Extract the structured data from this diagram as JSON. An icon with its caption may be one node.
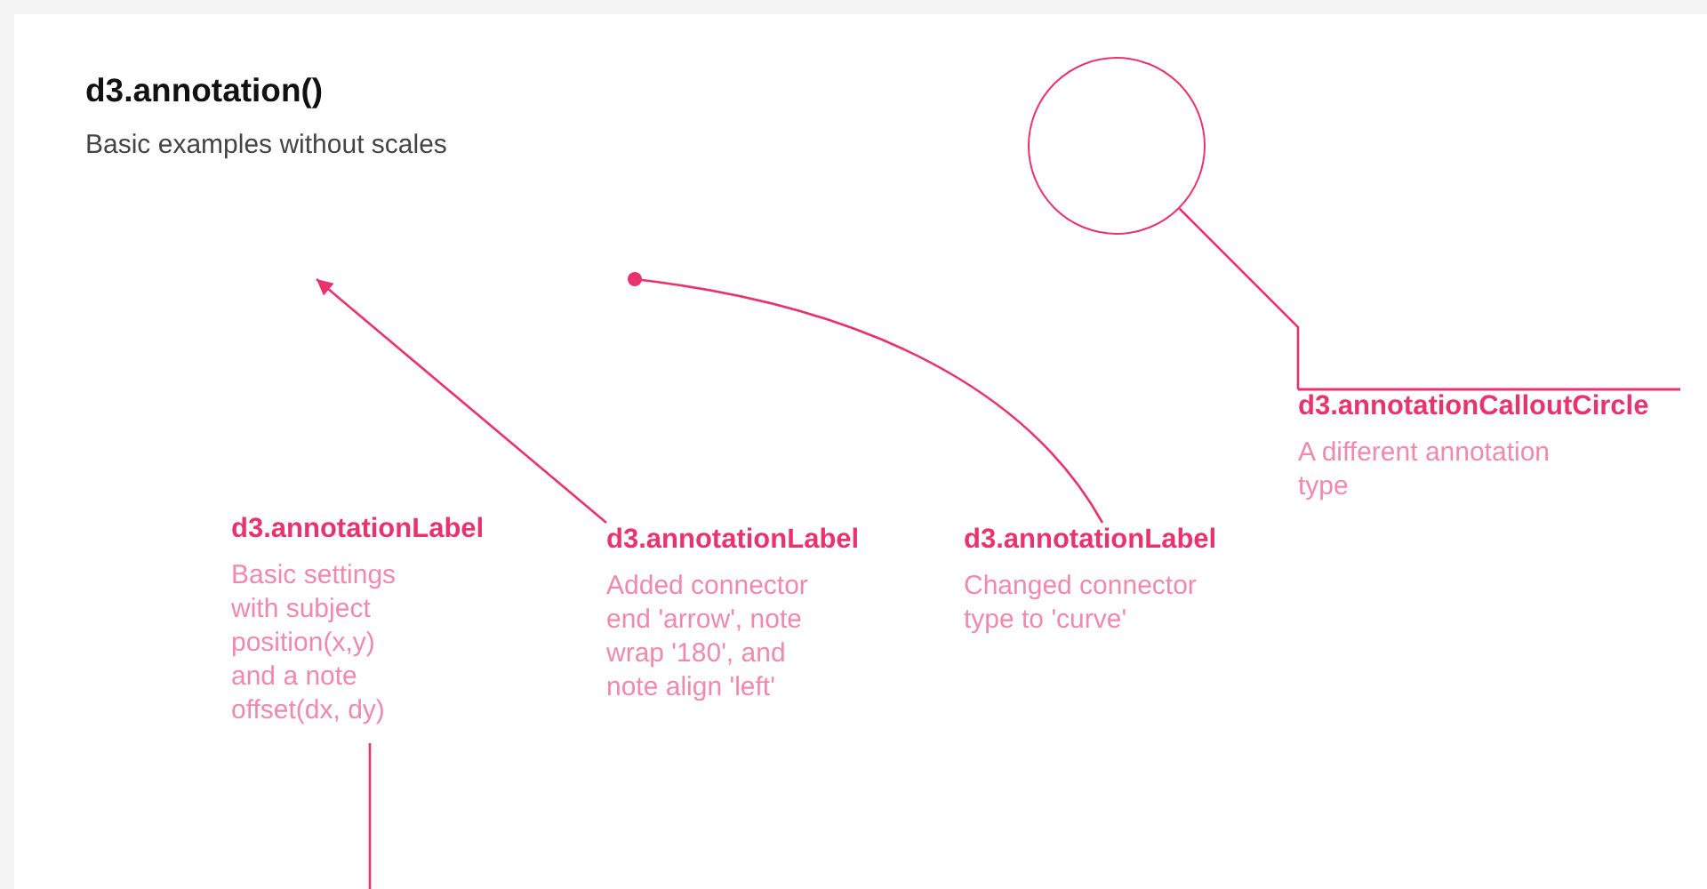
{
  "diagram": {
    "title": "d3.annotation()",
    "nodes": [
      {
        "text": [],
        "shape": "circle"
      },
      {
        "text": [
          "d3.annotationCalloutCircle",
          "A different annotation type"
        ]
      },
      {
        "text": [
          "d3.annotationLabel",
          "Basic settings with subject position(x,y) and a note offset(dx, dy)"
        ]
      },
      {
        "text": [
          "d3.annotationLabel",
          "Added connector end 'arrow', note wrap '180', and note align 'left'"
        ]
      },
      {
        "text": [
          "d3.annotationLabel",
          "Changed connector type to 'curve'"
        ]
      }
    ],
    "edges": [
      {
        "from": 1,
        "to": 0,
        "arrow": "none"
      },
      {
        "from": 2,
        "to": null,
        "arrow": "none"
      },
      {
        "from": 3,
        "to": null,
        "arrow": "to"
      },
      {
        "from": 4,
        "to": null,
        "arrow": "other"
      }
    ],
    "labels": [
      "Basic examples without scales"
    ]
  }
}
